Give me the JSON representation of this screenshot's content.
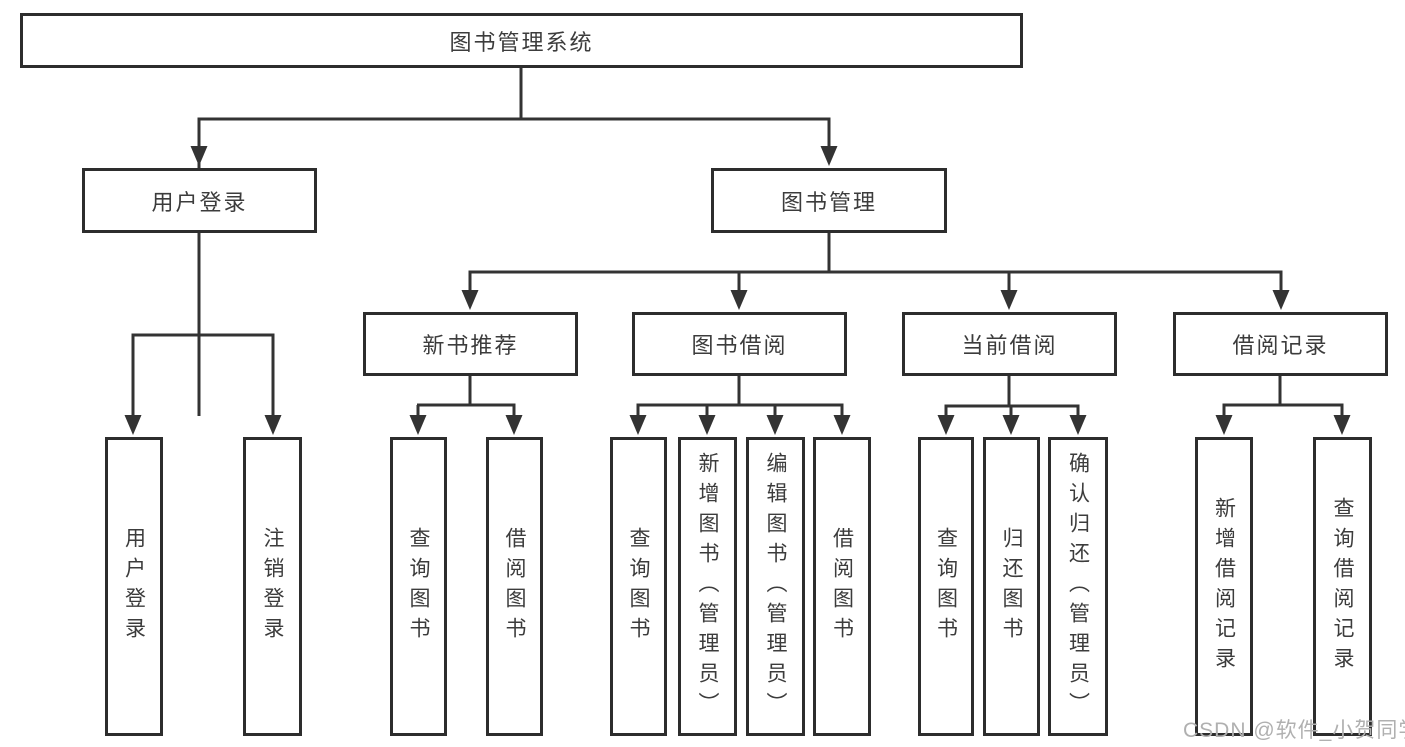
{
  "diagram": {
    "type": "functional-structure-tree",
    "colors": {
      "line": "#333333",
      "box_border": "#2d2d2d",
      "text": "#3c3c3c",
      "background": "#ffffff",
      "watermark": "#b0b0b0"
    },
    "tree": {
      "root": {
        "label": "图书管理系统"
      },
      "branches": [
        {
          "label": "用户登录",
          "children": [
            {
              "label": "用户登录"
            },
            {
              "label": "注销登录"
            }
          ]
        },
        {
          "label": "图书管理",
          "children": [
            {
              "label": "新书推荐",
              "children": [
                {
                  "label": "查询图书"
                },
                {
                  "label": "借阅图书"
                }
              ]
            },
            {
              "label": "图书借阅",
              "children": [
                {
                  "label": "查询图书"
                },
                {
                  "label": "新增图书（管理员）"
                },
                {
                  "label": "编辑图书（管理员）"
                },
                {
                  "label": "借阅图书"
                }
              ]
            },
            {
              "label": "当前借阅",
              "children": [
                {
                  "label": "查询图书"
                },
                {
                  "label": "归还图书"
                },
                {
                  "label": "确认归还（管理员）"
                }
              ]
            },
            {
              "label": "借阅记录",
              "children": [
                {
                  "label": "新增借阅记录"
                },
                {
                  "label": "查询借阅记录"
                }
              ]
            }
          ]
        }
      ]
    }
  },
  "watermark": {
    "text": "CSDN @软件_小贺同学"
  }
}
